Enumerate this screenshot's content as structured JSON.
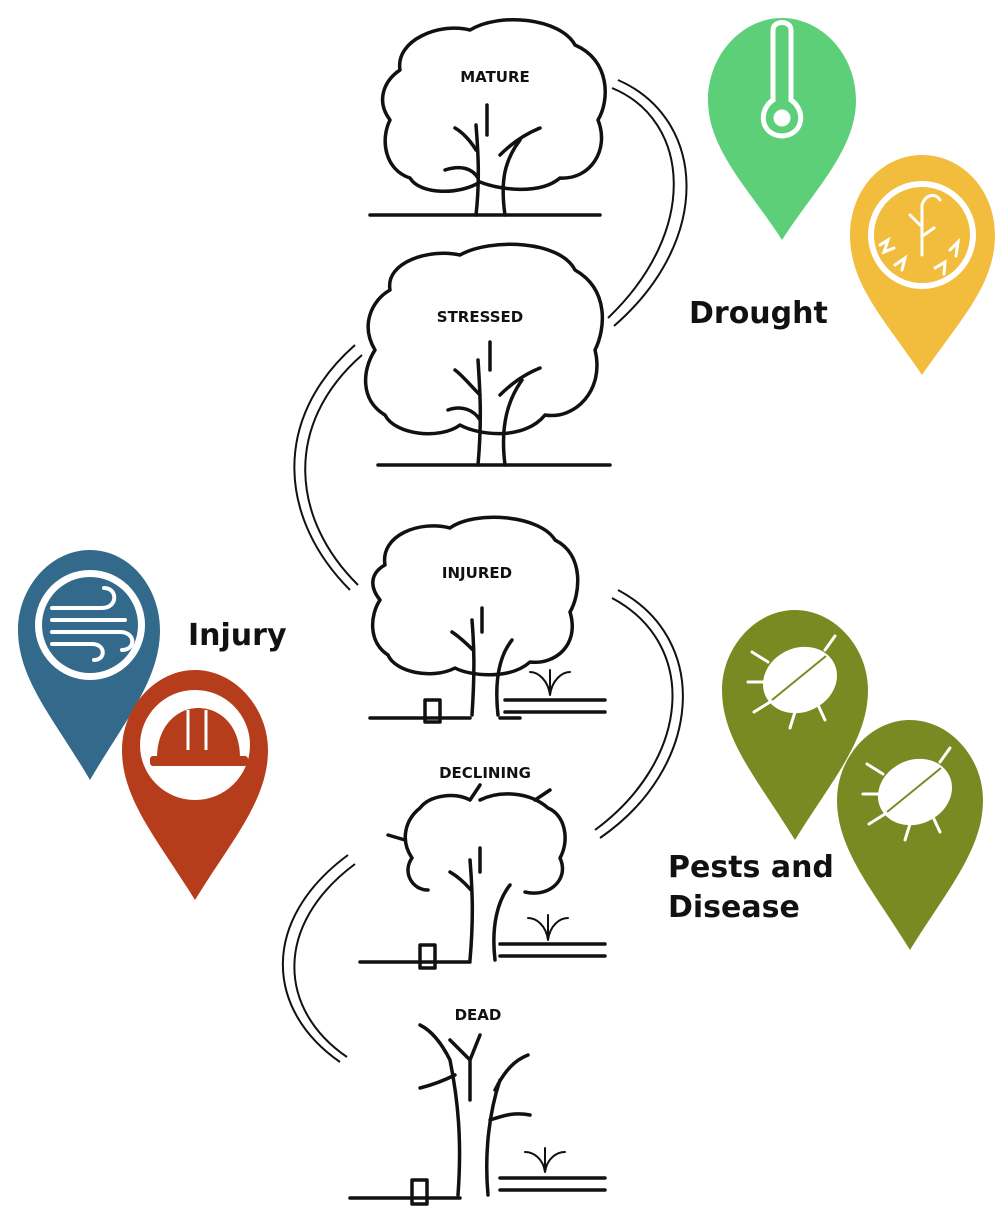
{
  "stages": [
    {
      "label": "MATURE"
    },
    {
      "label": "STRESSED"
    },
    {
      "label": "INJURED"
    },
    {
      "label": "DECLINING"
    },
    {
      "label": "DEAD"
    }
  ],
  "causes": {
    "drought": {
      "label": "Drought",
      "pin_colors": [
        "#5ccf78",
        "#f2bc3c"
      ],
      "icons": [
        "thermometer-icon",
        "wilted-plant-icon"
      ]
    },
    "injury": {
      "label": "Injury",
      "pin_colors": [
        "#336a8c",
        "#b53d1c"
      ],
      "icons": [
        "wind-icon",
        "hard-hat-icon"
      ]
    },
    "pests": {
      "label": "Pests and Disease",
      "pin_colors": [
        "#7a8a22",
        "#7a8a22"
      ],
      "icons": [
        "beetle-icon",
        "beetle-icon"
      ]
    }
  }
}
